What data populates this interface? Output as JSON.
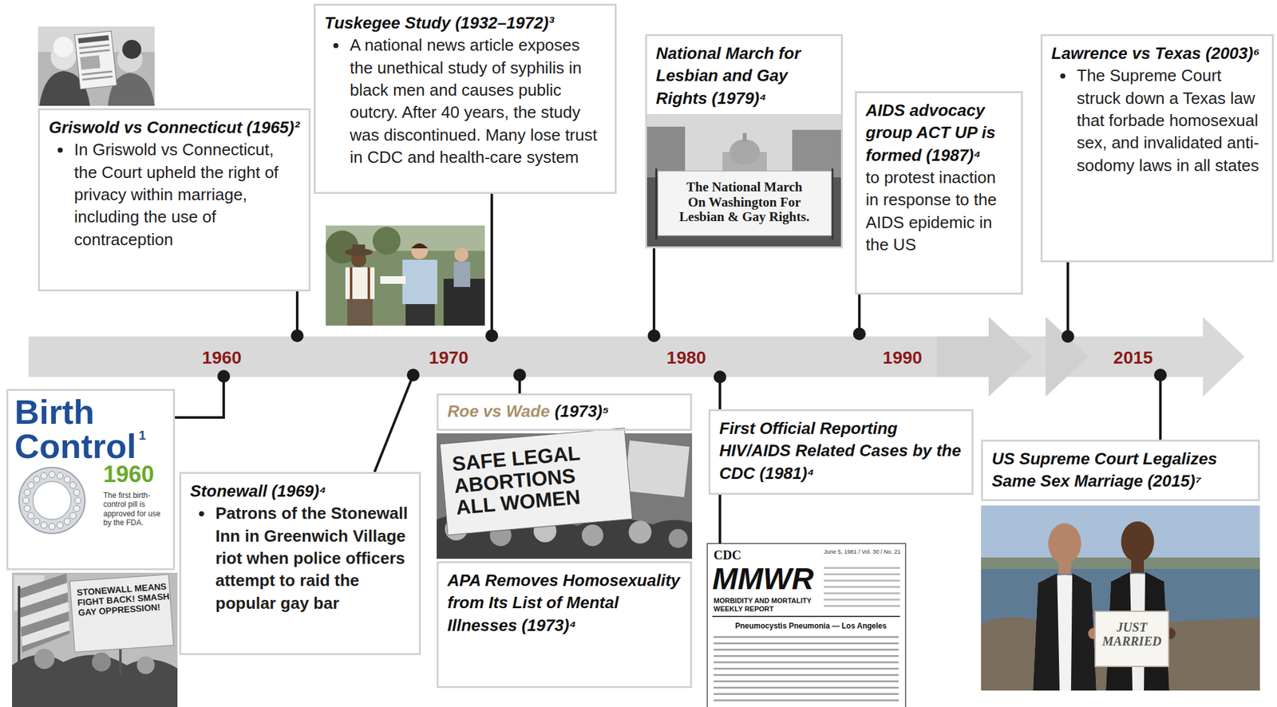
{
  "diagram": {
    "nodes": [
      {
        "text": [
          "Birth Control",
          "1",
          "1960",
          "The first birth-control pill is approved for use by the FDA."
        ]
      },
      {
        "text": [
          "Griswold vs Connecticut (1965)²",
          "In Griswold vs Connecticut, the Court upheld the right of privacy within marriage, including the use of contraception"
        ]
      },
      {
        "text": [
          "Stonewall (1969)⁴",
          "Patrons of the Stonewall Inn in Greenwich Village riot when police officers attempt to raid the popular gay bar"
        ]
      },
      {
        "text": [
          "Tuskegee Study (1932–1972)³",
          "A national news article exposes the unethical study of syphilis in black men and causes public outcry. After 40 years, the study was discontinued. Many lose trust in CDC and health-care system"
        ]
      },
      {
        "text": [
          "Roe vs Wade",
          "(1973)⁵"
        ]
      },
      {
        "text": [
          "APA Removes Homosexuality from Its List of Mental Illnesses (1973)⁴"
        ]
      },
      {
        "text": [
          "National March for Lesbian and Gay Rights (1979)⁴"
        ]
      },
      {
        "text": [
          "First Official Reporting HIV/AIDS Related Cases by the CDC (1981)⁴"
        ]
      },
      {
        "text": [
          "AIDS advocacy group ACT UP is formed (1987)⁴",
          "to protest inaction in response to the AIDS epidemic in the US"
        ]
      },
      {
        "text": [
          "Lawrence vs Texas (2003)⁶",
          "The Supreme Court struck down a Texas law that forbade homosexual sex, and invalidated anti-sodomy laws in all states"
        ]
      },
      {
        "text": [
          "US Supreme Court Legalizes Same Sex Marriage (2015)⁷"
        ]
      }
    ],
    "labels": [
      "1960",
      "1970",
      "1980",
      "1990",
      "2015",
      "The National March On Washington For Lesbian & Gay Rights.",
      "STONEWALL MEANS FIGHT BACK! SMASH GAY OPPRESSION!",
      "SAFE LEGAL ABORTIONS ALL WOMEN",
      "CDC",
      "MMWR",
      "MORBIDITY AND MORTALITY WEEKLY REPORT",
      "June 5, 1981 / Vol. 30 / No. 21",
      "Pneumocystis Pneumonia — Los Angeles",
      "JUST MARRIED"
    ]
  }
}
